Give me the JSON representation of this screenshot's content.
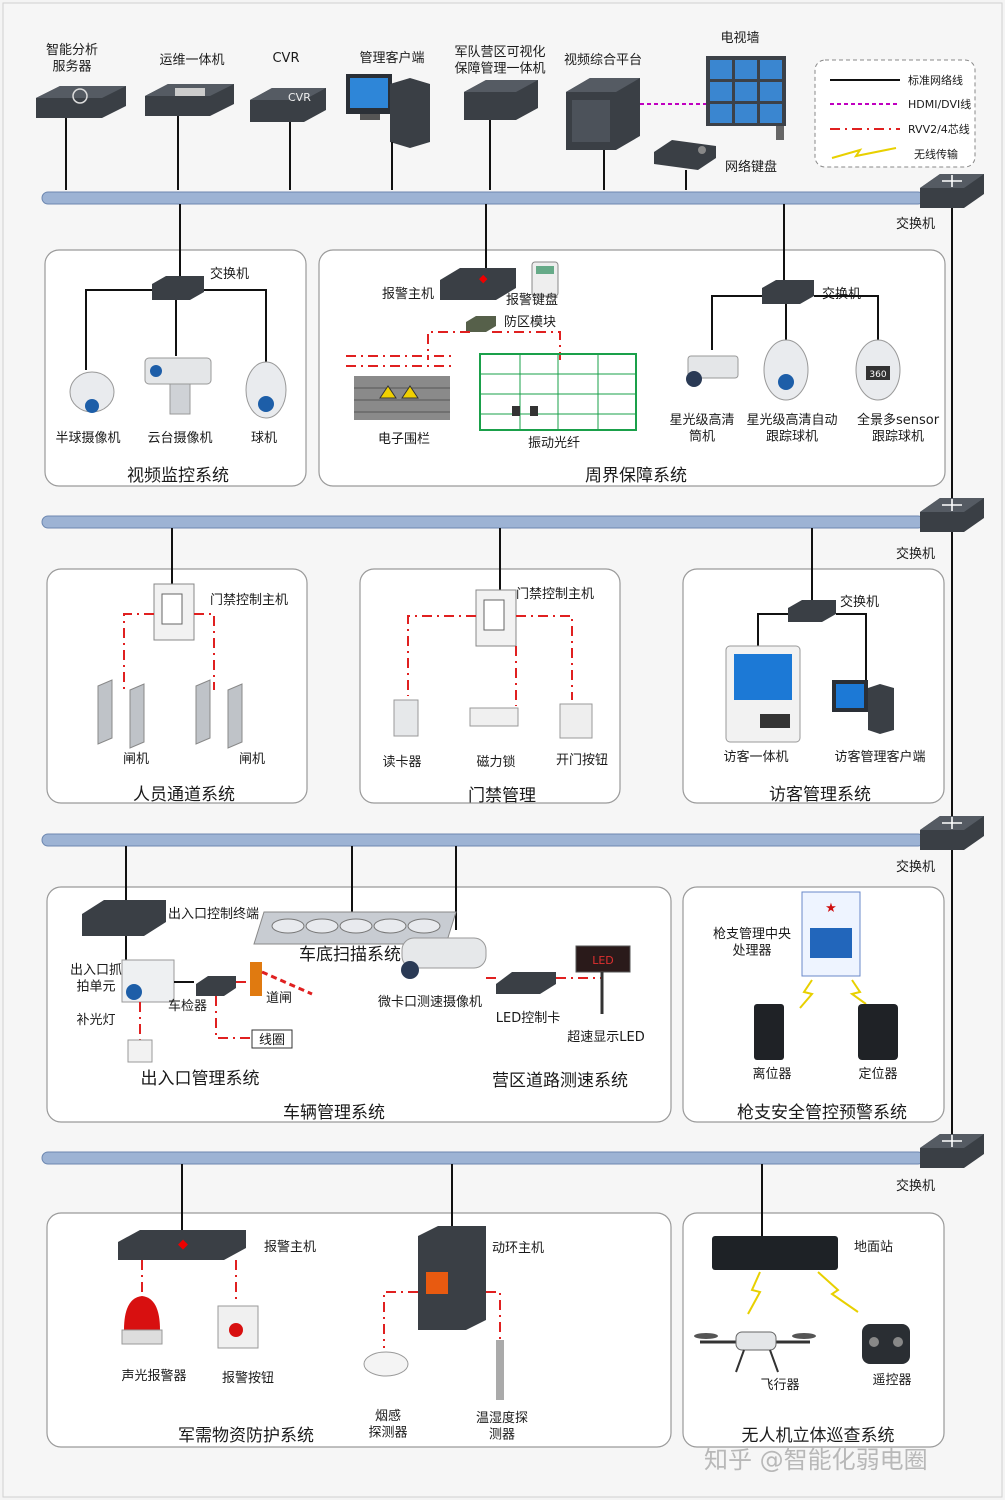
{
  "top": {
    "smart_server": "智能分析\n服务器",
    "ops_machine": "运维一体机",
    "cvr": "CVR",
    "mgmt_client": "管理客户端",
    "army_platform": "军队营区可视化\n保障管理一体机",
    "video_platform": "视频综合平台",
    "tv_wall": "电视墙",
    "net_keyboard": "网络键盘",
    "switch": "交换机",
    "cvr_badge": "CVR"
  },
  "legend": [
    {
      "label": "标准网络线",
      "style": "solid",
      "color": "#111111"
    },
    {
      "label": "HDMI/DVI线",
      "style": "dotted",
      "color": "#c000c0"
    },
    {
      "label": "RVV2/4芯线",
      "style": "dashdot",
      "color": "#e02020"
    },
    {
      "label": "无线传输",
      "style": "lightning",
      "color": "#e8d000"
    }
  ],
  "video": {
    "title": "视频监控系统",
    "switch": "交换机",
    "dome": "半球摄像机",
    "ptz_mount": "云台摄像机",
    "ball": "球机"
  },
  "perimeter": {
    "title": "周界保障系统",
    "alarm_host": "报警主机",
    "alarm_keypad": "报警键盘",
    "zone_module": "防区模块",
    "fence": "电子围栏",
    "fiber": "振动光纤",
    "switch": "交换机",
    "cam1": "星光级高清\n筒机",
    "cam2": "星光级高清自动\n跟踪球机",
    "cam3": "全景多sensor\n跟踪球机",
    "cam3_badge": "360"
  },
  "passage": {
    "title": "人员通道系统",
    "controller": "门禁控制主机",
    "gate1": "闸机",
    "gate2": "闸机"
  },
  "access": {
    "title": "门禁管理",
    "controller": "门禁控制主机",
    "reader": "读卡器",
    "maglock": "磁力锁",
    "exit_button": "开门按钮"
  },
  "visitor": {
    "title": "访客管理系统",
    "switch": "交换机",
    "kiosk": "访客一体机",
    "client": "访客管理客户端"
  },
  "vehicle": {
    "title": "车辆管理系统",
    "terminal": "出入口控制终端",
    "scan": "车底扫描系统",
    "capture": "出入口抓\n拍单元",
    "fill_light": "补光灯",
    "detector": "车检器",
    "barrier": "道闸",
    "coil": "线圈",
    "entrance_title": "出入口管理系统",
    "speed_cam": "微卡口测速摄像机",
    "led_card": "LED控制卡",
    "led_display": "超速显示LED",
    "led_text": "LED",
    "road_title": "营区道路测速系统"
  },
  "gun": {
    "title": "枪支安全管控预警系统",
    "cpu": "枪支管理中央\n处理器",
    "leave": "离位器",
    "locator": "定位器"
  },
  "supply": {
    "title": "军需物资防护系统",
    "alarm_host": "报警主机",
    "siren": "声光报警器",
    "alarm_button": "报警按钮",
    "env_host": "动环主机",
    "smoke": "烟感\n探测器",
    "temp": "温湿度探\n测器"
  },
  "drone": {
    "title": "无人机立体巡查系统",
    "ground": "地面站",
    "aircraft": "飞行器",
    "remote": "遥控器"
  },
  "watermark": "知乎 @智能化弱电圈"
}
